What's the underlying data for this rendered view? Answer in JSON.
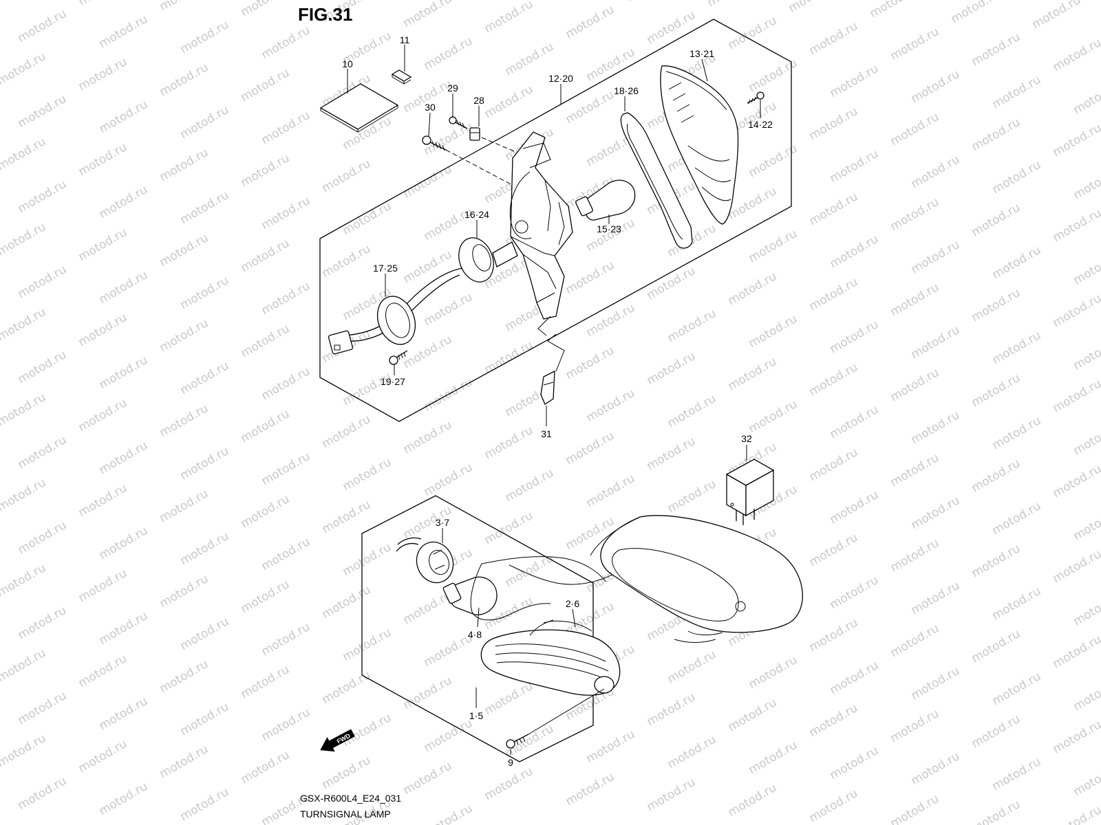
{
  "figure": {
    "title": "FIG.31",
    "model_code": "GSX-R600L4_E24_031",
    "caption": "TURNSIGNAL LAMP",
    "forward_arrow_label": "FWD"
  },
  "watermark": {
    "text": "motod.ru"
  },
  "callouts": [
    "11",
    "10",
    "29",
    "28",
    "30",
    "12·20",
    "18·26",
    "13·21",
    "14·22",
    "16·24",
    "15·23",
    "17·25",
    "19·27",
    "31",
    "32",
    "3·7",
    "2·6",
    "4·8",
    "1·5",
    "9"
  ]
}
